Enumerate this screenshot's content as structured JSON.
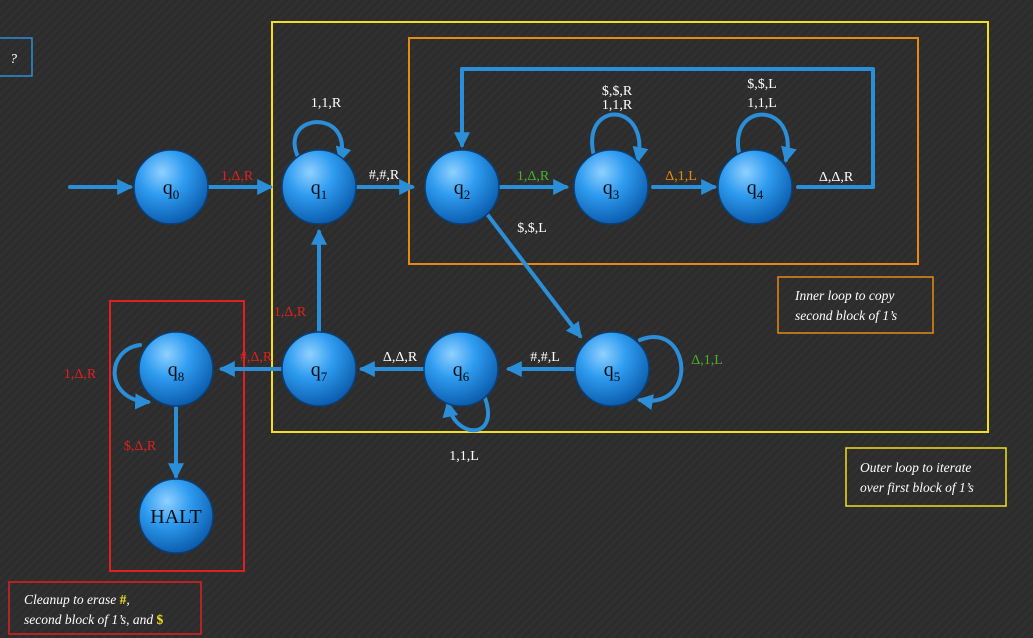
{
  "top_left_label": "?",
  "states": [
    {
      "id": "q0",
      "base": "q",
      "sub": "0"
    },
    {
      "id": "q1",
      "base": "q",
      "sub": "1"
    },
    {
      "id": "q2",
      "base": "q",
      "sub": "2"
    },
    {
      "id": "q3",
      "base": "q",
      "sub": "3"
    },
    {
      "id": "q4",
      "base": "q",
      "sub": "4"
    },
    {
      "id": "q5",
      "base": "q",
      "sub": "5"
    },
    {
      "id": "q6",
      "base": "q",
      "sub": "6"
    },
    {
      "id": "q7",
      "base": "q",
      "sub": "7"
    },
    {
      "id": "q8",
      "base": "q",
      "sub": "8"
    },
    {
      "id": "halt",
      "base": "HALT",
      "sub": ""
    }
  ],
  "transitions": [
    {
      "from": "q0",
      "to": "q1",
      "label": "1,Δ,R",
      "color": "#e02020"
    },
    {
      "from": "q1",
      "to": "q1",
      "label": "1,1,R",
      "color": "#ffffff"
    },
    {
      "from": "q1",
      "to": "q2",
      "label": "#,#,R",
      "color": "#ffffff"
    },
    {
      "from": "q2",
      "to": "q3",
      "label": "1,Δ,R",
      "color": "#4caf2a"
    },
    {
      "from": "q3",
      "to": "q3",
      "label": "$,$,R",
      "color": "#ffffff"
    },
    {
      "from": "q3",
      "to": "q3",
      "label": "1,1,R",
      "color": "#ffffff"
    },
    {
      "from": "q3",
      "to": "q4",
      "label": "Δ,1,L",
      "color": "#e88a10"
    },
    {
      "from": "q4",
      "to": "q4",
      "label": "$,$,L",
      "color": "#ffffff"
    },
    {
      "from": "q4",
      "to": "q4",
      "label": "1,1,L",
      "color": "#ffffff"
    },
    {
      "from": "q4",
      "to": "q2",
      "label": "Δ,Δ,R",
      "color": "#ffffff"
    },
    {
      "from": "q2",
      "to": "q5",
      "label": "$,$,L",
      "color": "#ffffff"
    },
    {
      "from": "q5",
      "to": "q5",
      "label": "Δ,1,L",
      "color": "#4caf2a"
    },
    {
      "from": "q5",
      "to": "q6",
      "label": "#,#,L",
      "color": "#ffffff"
    },
    {
      "from": "q6",
      "to": "q6",
      "label": "1,1,L",
      "color": "#ffffff"
    },
    {
      "from": "q6",
      "to": "q7",
      "label": "Δ,Δ,R",
      "color": "#ffffff"
    },
    {
      "from": "q7",
      "to": "q1",
      "label": "1,Δ,R",
      "color": "#e02020"
    },
    {
      "from": "q7",
      "to": "q8",
      "label": "#,Δ,R",
      "color": "#e02020"
    },
    {
      "from": "q8",
      "to": "q8",
      "label": "1,Δ,R",
      "color": "#e02020"
    },
    {
      "from": "q8",
      "to": "halt",
      "label": "$,Δ,R",
      "color": "#e02020"
    }
  ],
  "notes": {
    "inner": {
      "line1": "Inner loop to copy",
      "line2": "second block of 1’s",
      "color": "#e88a10"
    },
    "outer": {
      "line1": "Outer loop to iterate",
      "line2": "over first block of 1’s",
      "color": "#f0e020"
    },
    "cleanup": {
      "line1_prefix": "Cleanup to erase ",
      "line1_hash": "#",
      "line1_suffix": ",",
      "line2_prefix": "second block of 1’s, and ",
      "line2_dollar": "$",
      "color": "#e02020",
      "highlight": "#f0e020"
    }
  },
  "colors": {
    "state_fill": "#1f8fe6",
    "edge": "#2a8fd8",
    "inner_box": "#e88a10",
    "outer_box": "#f0e020",
    "cleanup_box": "#e02020"
  }
}
